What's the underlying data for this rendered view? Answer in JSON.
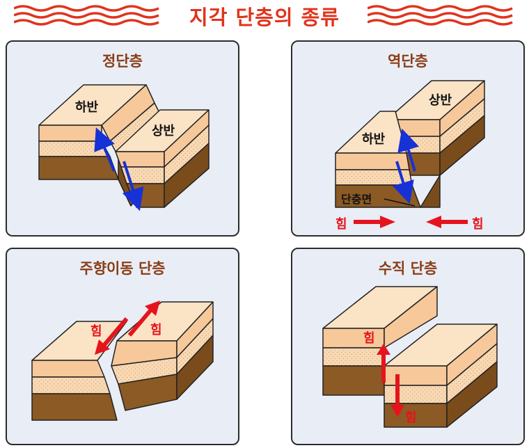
{
  "title": "지각 단층의 종류",
  "colors": {
    "title": "#e0341c",
    "panel_title": "#8a3d16",
    "panel_bg": "#e9edf6",
    "layer_top": "#f6c89a",
    "layer_sand": "#f8d9b4",
    "layer_dark": "#8c5a24",
    "arrow_blue": "#1631d6",
    "arrow_red": "#e5141c"
  },
  "panels": [
    {
      "title": "정단층",
      "labels": {
        "left_block": "하반",
        "right_block": "상반"
      }
    },
    {
      "title": "역단층",
      "labels": {
        "left_block": "하반",
        "right_block": "상반",
        "fault_plane": "단층면",
        "force_left": "힘",
        "force_right": "힘"
      }
    },
    {
      "title": "주향이동 단층",
      "labels": {
        "force_left": "힘",
        "force_right": "힘"
      }
    },
    {
      "title": "수직 단층",
      "labels": {
        "force_up": "힘",
        "force_down": "힘"
      }
    }
  ]
}
